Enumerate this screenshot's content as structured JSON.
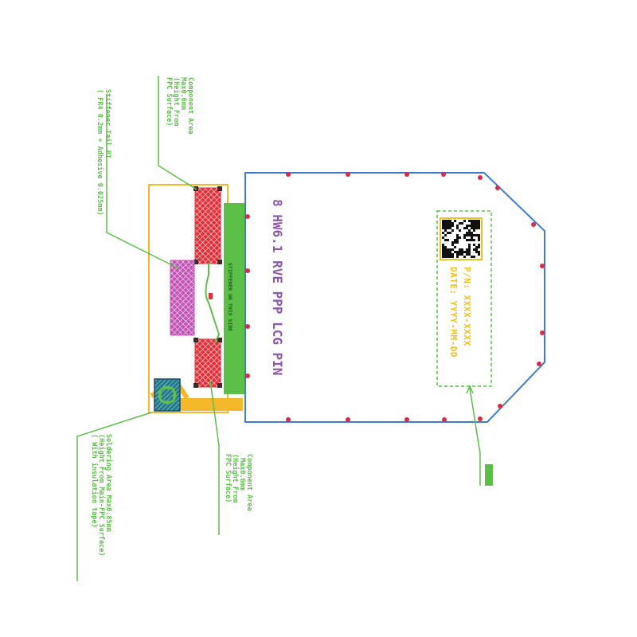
{
  "colors": {
    "board_outline": "#3f7ccc",
    "callout_green": "#5cbf47",
    "fpc_yellow": "#f5b82a",
    "component_red": "#e2303a",
    "component_magenta": "#c254b6",
    "label_text_purple": "#8e5aa8",
    "part_label_yellow": "#f0c020",
    "stiffener_green": "#5cbf47",
    "solder_teal": "#1f7a8c",
    "mount_hole_red": "#d82a4a"
  },
  "icons": {
    "qr_code": "qr-code-icon",
    "mount_holes": "mount-hole-icon",
    "solder_pad": "solder-pad-icon"
  },
  "annotations": {
    "component_area_top": {
      "line1": "Component Area",
      "line2": "Max0.6mm",
      "line3": "(Height From",
      "line4": "FPC Surface)"
    },
    "stiffener": {
      "line1": "Stiffener Tail PI",
      "line2": "( FR4 0.2mm + Adhesive 0.025mm)"
    },
    "component_area_bottom": {
      "line1": "Component Area",
      "line2": "Max0.6mm",
      "line3": "(Height From",
      "line4": "FPC Surface)"
    },
    "soldering_area": {
      "line1": "Soldering Area Max0.85mm",
      "line2": "(Height From Main-FPC Surface)",
      "line3": "( With insulation tape)"
    }
  },
  "board": {
    "label_line": "8 HW6.1 RVE PPP LCG PIN",
    "stiffener_label": "STIFFENER ON THIS SIDE",
    "part_number_line1": "P/N: XXXX-XXXX",
    "part_number_line2": "DATE: YYYY-MM-DD"
  }
}
